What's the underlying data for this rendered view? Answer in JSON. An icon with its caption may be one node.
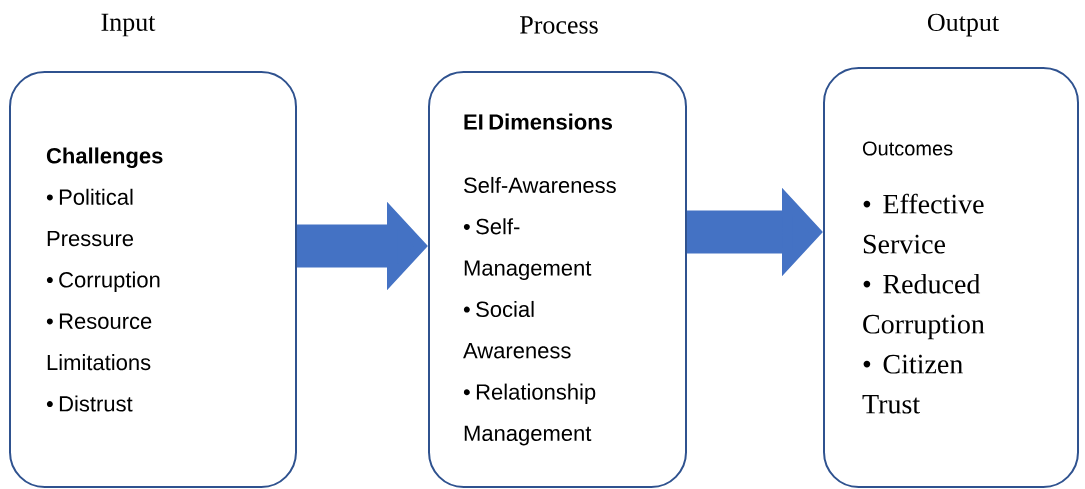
{
  "diagram": {
    "nodes": [
      {
        "text": [
          "Challenges",
          "• Political Pressure",
          "• Corruption",
          "• Resource Limitations",
          "• Distrust"
        ]
      },
      {
        "text": [
          "EI Dimensions",
          "Self-Awareness",
          "• Self-Management",
          "• Social Awareness",
          "• Relationship Management"
        ]
      },
      {
        "text": [
          "Outcomes",
          "• Effective Service",
          "• Reduced Corruption",
          "• Citizen Trust"
        ]
      }
    ],
    "edges": [
      {
        "from": 0,
        "to": 1,
        "arrow": "to"
      },
      {
        "from": 1,
        "to": 2,
        "arrow": "to"
      }
    ],
    "labels": [
      "Input",
      "Process",
      "Output"
    ]
  }
}
